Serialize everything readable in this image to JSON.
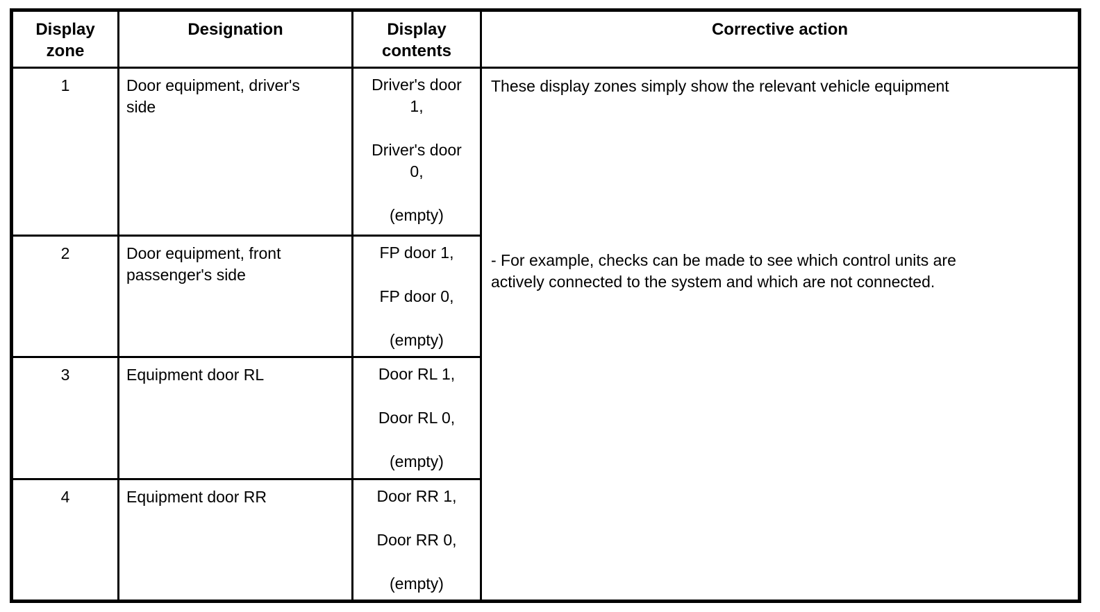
{
  "table": {
    "headers": [
      "Display zone",
      "Designation",
      "Display contents",
      "Corrective action"
    ],
    "rows": [
      {
        "zone": "1",
        "designation": "Door equipment, driver's side",
        "contents": [
          "Driver's door 1,",
          "Driver's door 0,",
          "(empty)"
        ]
      },
      {
        "zone": "2",
        "designation": "Door equipment, front passenger's side",
        "contents": [
          "FP door 1,",
          "FP door 0,",
          "(empty)"
        ]
      },
      {
        "zone": "3",
        "designation": "Equipment door RL",
        "contents": [
          "Door RL 1,",
          "Door RL 0,",
          "(empty)"
        ]
      },
      {
        "zone": "4",
        "designation": "Equipment door RR",
        "contents": [
          "Door RR 1,",
          "Door RR 0,",
          "(empty)"
        ]
      }
    ],
    "corrective_action": {
      "paragraph1": "These display zones simply show the relevant vehicle equipment",
      "paragraph2": "- For example, checks can be made to see which control units are actively connected to the system and which are not connected."
    }
  },
  "colors": {
    "text": "#000000",
    "border": "#000000",
    "background": "#ffffff"
  }
}
